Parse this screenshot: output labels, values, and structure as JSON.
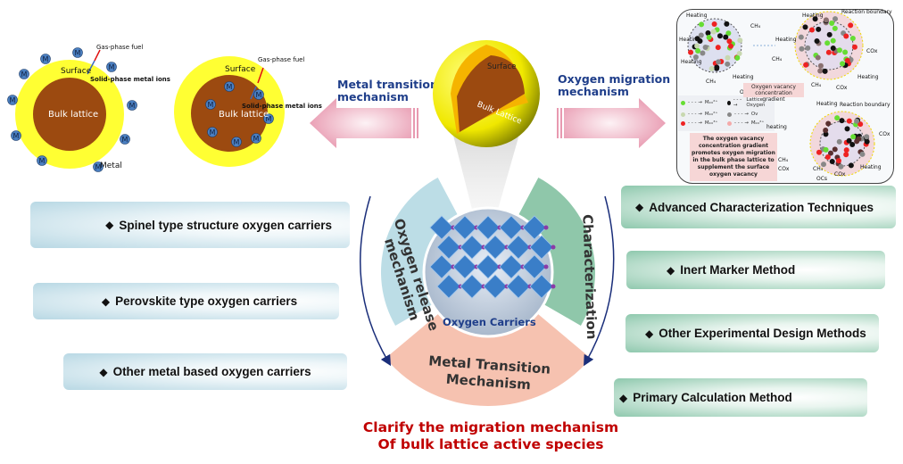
{
  "left_diagram_1": {
    "surface_label": "Surface",
    "bulk_label": "Bulk lattice",
    "gas_label": "Gas-phase fuel",
    "solid_label": "Solid-phase metal ions",
    "metal_label": "Metal",
    "ion_symbol": "M",
    "colors": {
      "shell": "#ffff33",
      "core": "#9c4a10",
      "ion": "#4a7fc1"
    }
  },
  "left_diagram_2": {
    "surface_label": "Surface",
    "bulk_label": "Bulk lattice",
    "gas_label": "Gas-phase fuel",
    "solid_label": "Solid-phase metal ions",
    "ion_symbol": "M"
  },
  "arrows": {
    "left_label": "Metal transition mechanism",
    "left_label_line1": "Metal transition",
    "left_label_line2": "mechanism",
    "right_label_line1": "Oxygen migration",
    "right_label_line2": "mechanism",
    "color": "#e8a0b4"
  },
  "sphere": {
    "surface_label": "Surface",
    "bulk_label": "Bulk Lattice"
  },
  "right_panel": {
    "heating": "Heating",
    "heating_lower": "heating",
    "ch4": "CH₄",
    "cox": "COx",
    "ocs": "OCs",
    "reaction_boundary": "Reaction boundary",
    "gradient_label": "Oxygen vacancy concentration gradient",
    "legend": [
      {
        "color": "#66dd33",
        "label": "Mₒₓ²⁺"
      },
      {
        "color": "#111111",
        "label": "Lattice Oxygen"
      },
      {
        "color": "#c8d8b0",
        "label": "Mₒₓ²⁺"
      },
      {
        "color": "#888888",
        "label": "Ov"
      },
      {
        "color": "#ee2222",
        "label": "Mₒₓ³⁺"
      },
      {
        "color": "#f4aaaa",
        "label": "Mₒₓ²⁺"
      }
    ],
    "explanation": "The oxygen vacancy concentration gradient promotes oxygen migration in the bulk phase lattice to supplement the surface oxygen vacancy"
  },
  "center": {
    "core_label": "Oxygen Carriers",
    "left_arc_line1": "Oxygen release",
    "left_arc_line2": "mechanism",
    "right_arc": "Characterization",
    "bottom_arc_line1": "Metal Transition",
    "bottom_arc_line2": "Mechanism",
    "colors": {
      "left_arc": "#bcdde6",
      "right_arc": "#8fc7aa",
      "bottom_arc": "#f6c2b0",
      "core": "#c8d4e4"
    }
  },
  "left_boxes": [
    {
      "label": "Spinel type structure oxygen carriers"
    },
    {
      "label": "Perovskite type oxygen carriers"
    },
    {
      "label": "Other metal based oxygen carriers"
    }
  ],
  "right_boxes": [
    {
      "label": "Advanced Characterization Techniques"
    },
    {
      "label": "Inert Marker Method"
    },
    {
      "label": "Other Experimental Design Methods"
    },
    {
      "label": "Primary Calculation Method"
    }
  ],
  "bullet": "◆",
  "conclusion": {
    "line1": "Clarify the migration mechanism",
    "line2": "Of bulk lattice active species"
  }
}
